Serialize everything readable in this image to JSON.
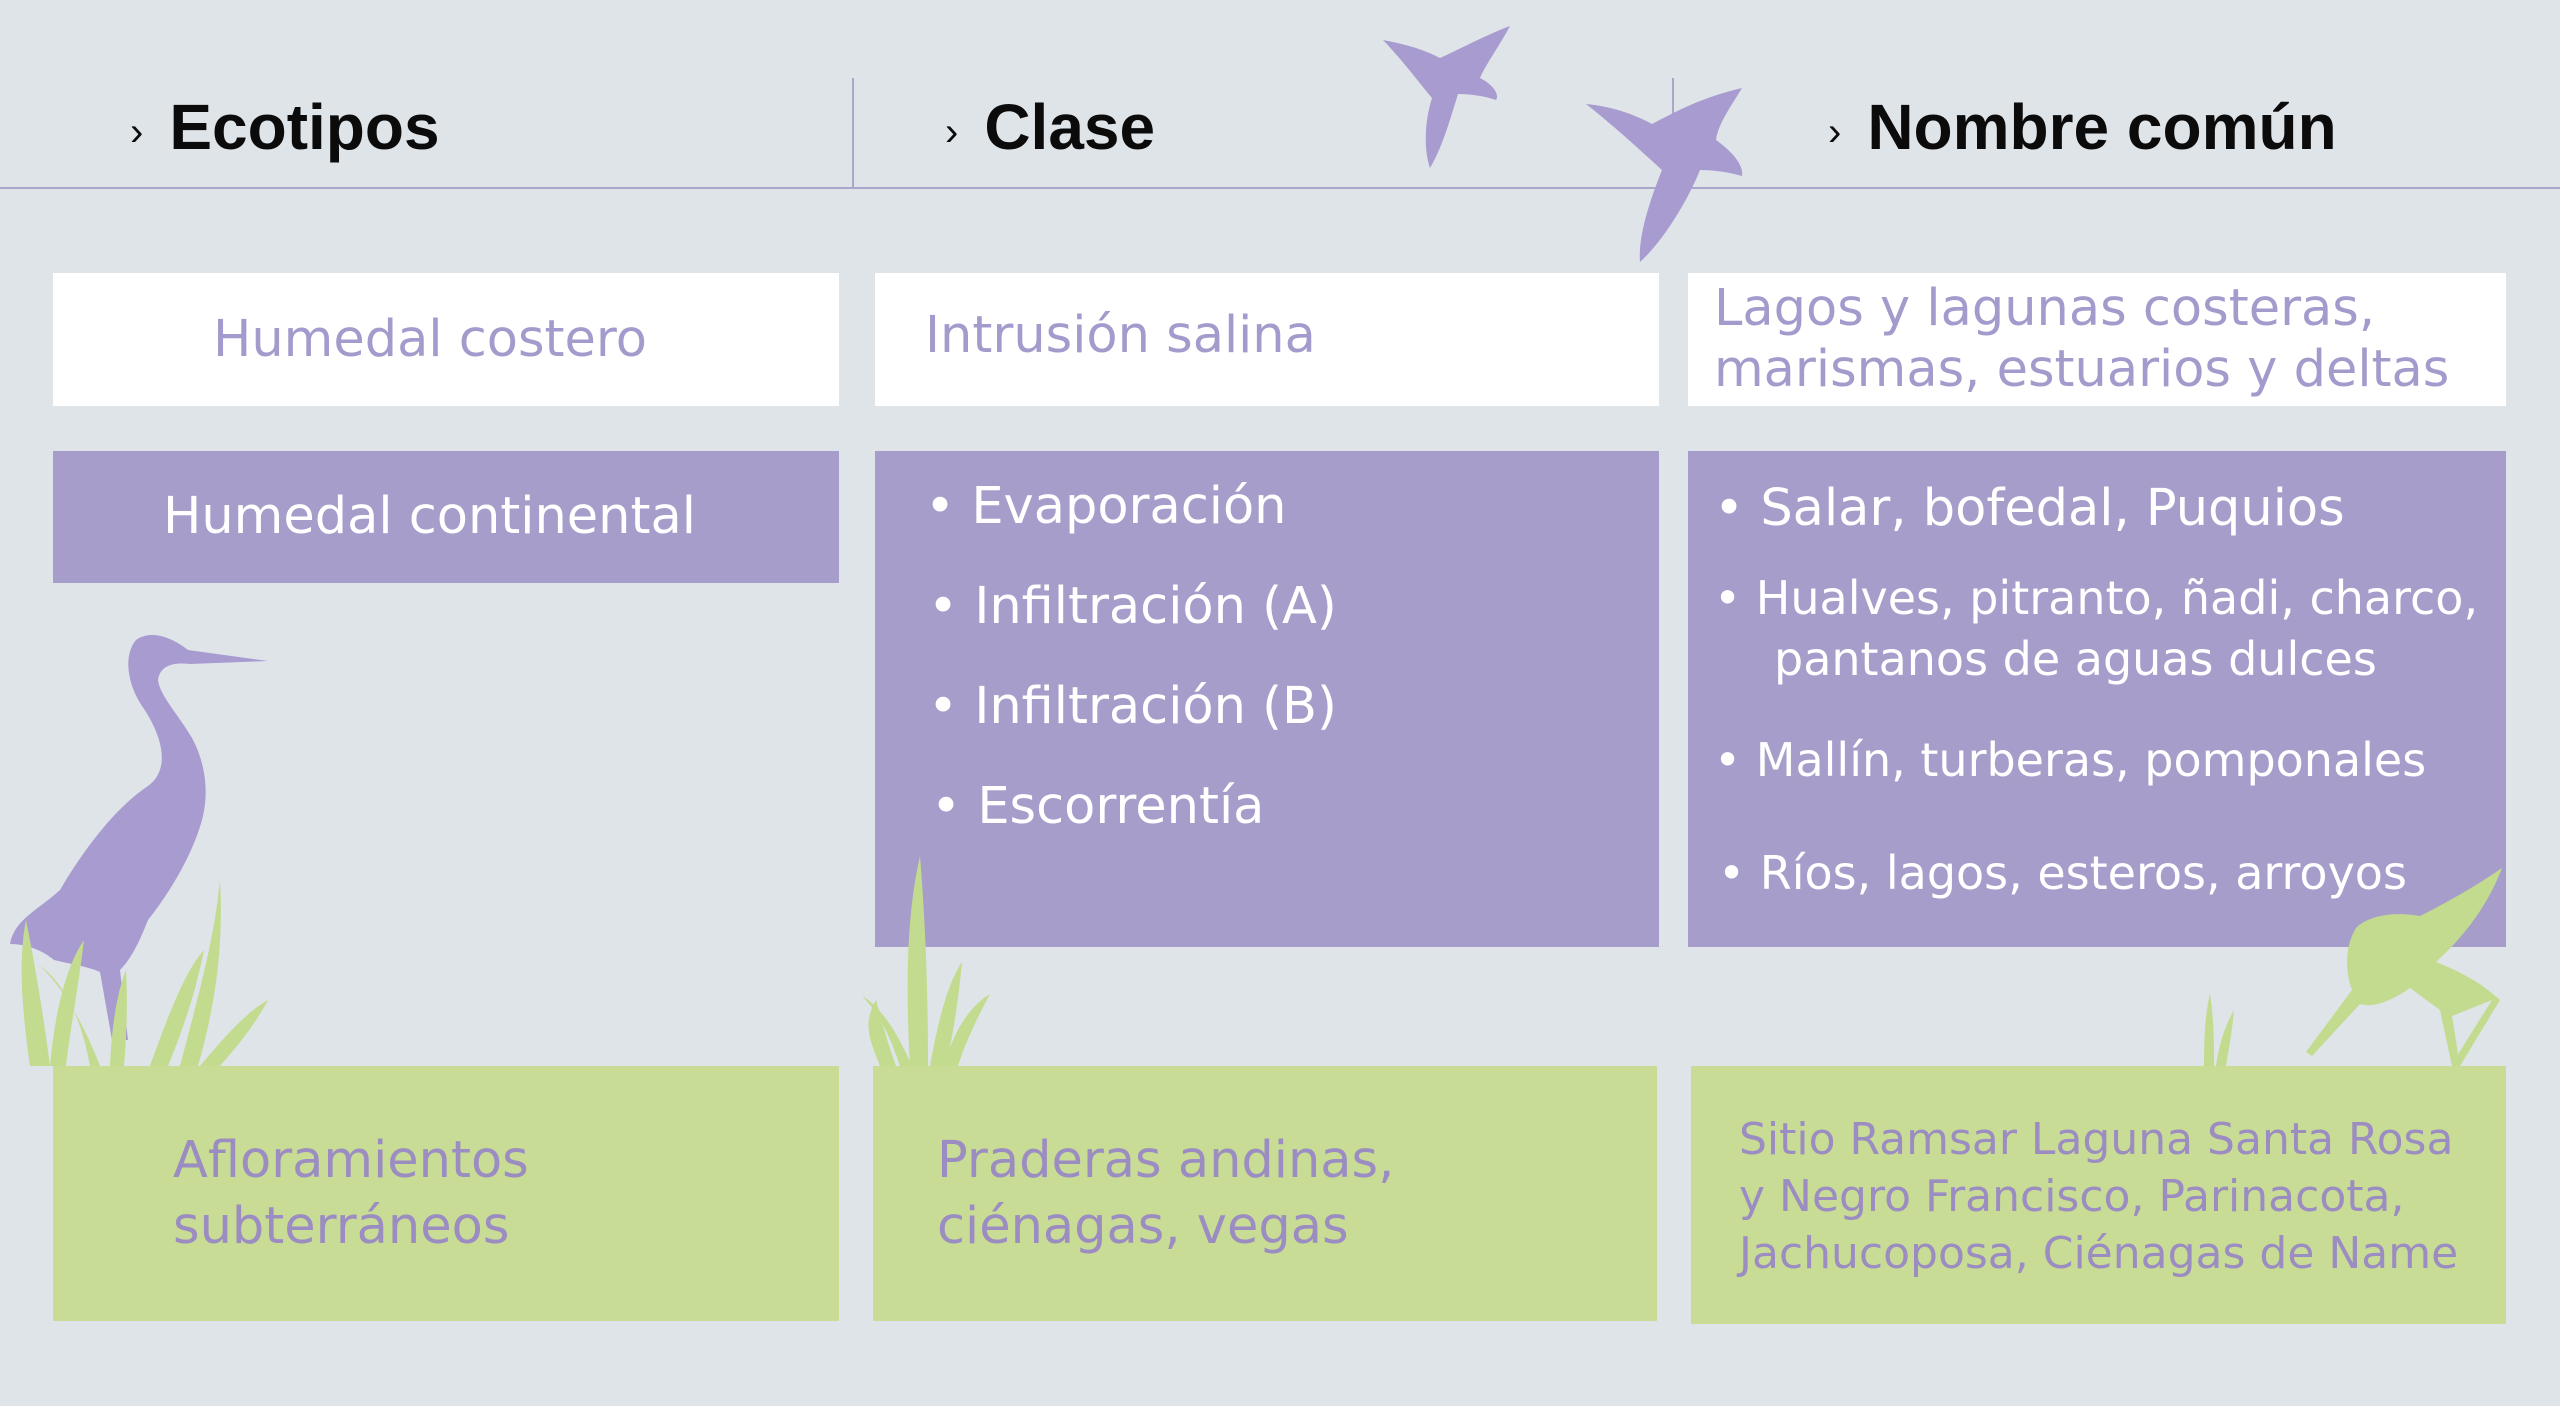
{
  "headers": {
    "col1": "Ecotipos",
    "col2": "Clase",
    "col3": "Nombre común",
    "chevron": "›"
  },
  "row1": {
    "ecotipo": "Humedal costero",
    "clase": "Intrusión salina",
    "nombre_line1": "Lagos y lagunas costeras,",
    "nombre_line2": "marismas, estuarios y deltas"
  },
  "row2": {
    "ecotipo": "Humedal continental",
    "clases": [
      "Evaporación",
      "Infiltración (A)",
      "Infiltración (B)",
      "Escorrentía"
    ],
    "nombres": [
      {
        "line1": "Salar, bofedal, Puquios"
      },
      {
        "line1": "Hualves, pitranto, ñadi, charco,",
        "line2": "pantanos de aguas dulces"
      },
      {
        "line1": "Mallín, turberas, pomponales"
      },
      {
        "line1": "Ríos, lagos, esteros, arroyos"
      }
    ],
    "bullet": "•"
  },
  "row3": {
    "col1_line1": "Afloramientos",
    "col1_line2": "subterráneos",
    "col2_line1": "Praderas andinas,",
    "col2_line2": "ciénagas, vegas",
    "col3_line1": "Sitio Ramsar Laguna Santa Rosa",
    "col3_line2": "y Negro Francisco, Parinacota,",
    "col3_line3": "Jachucoposa, Ciénagas de Name"
  },
  "colors": {
    "background": "#dfe4e9",
    "purple": "#a69dca",
    "green": "#c8dc95",
    "white": "#ffffff",
    "silhouette_purple": "#a89bd0",
    "silhouette_green": "#c2db8e"
  },
  "icons": [
    "bird-icon",
    "heron-icon",
    "stilt-icon",
    "grass-icon"
  ]
}
